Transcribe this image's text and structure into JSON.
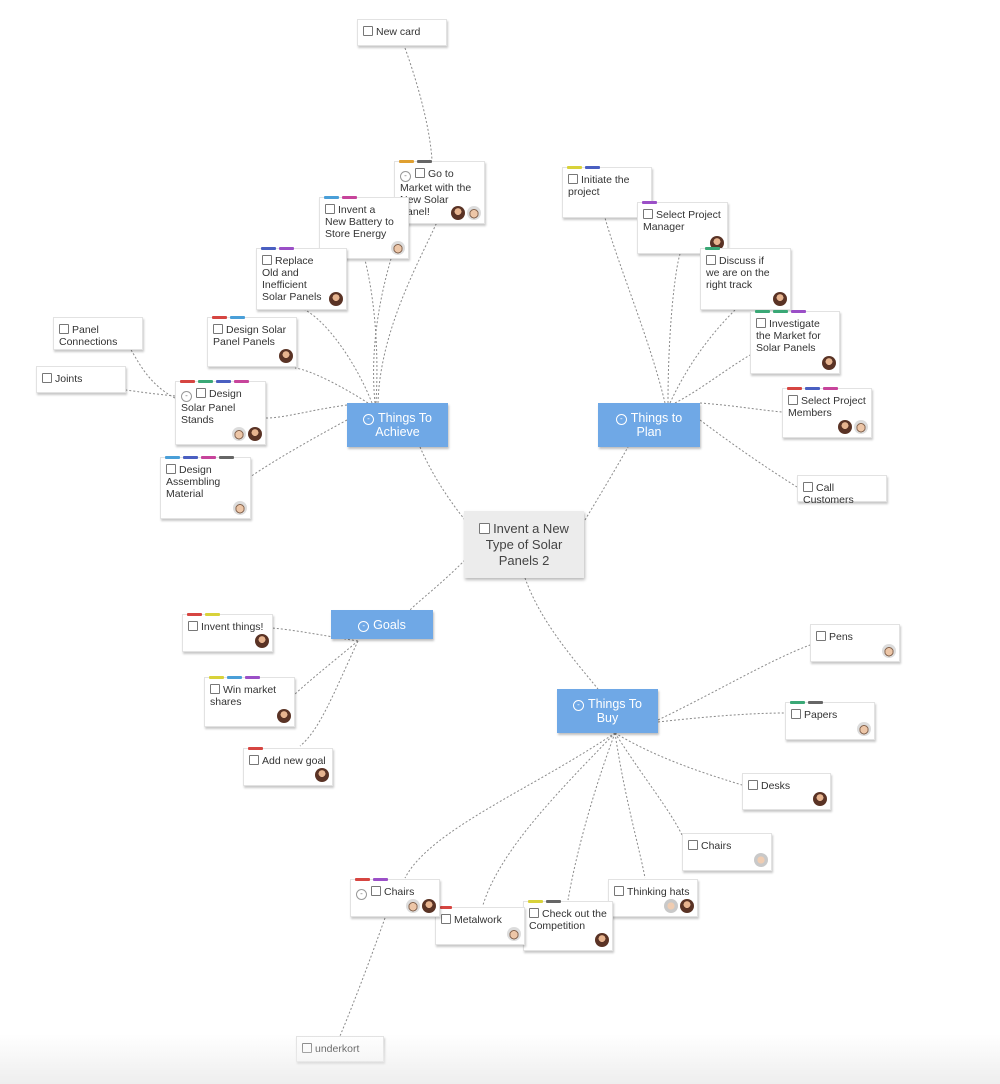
{
  "root": {
    "title": "Invent a New Type of Solar Panels 2"
  },
  "groups": {
    "achieve": "Things To Achieve",
    "plan": "Things to Plan",
    "goals": "Goals",
    "buy": "Things To Buy"
  },
  "cards": {
    "new_card": "New card",
    "go_to_market": "Go to Market with the New Solar Panel!",
    "invent_battery": "Invent a New Battery to Store Energy",
    "replace_old": "Replace Old and Inefficient Solar Panels",
    "design_panels": "Design Solar Panel Panels",
    "panel_connections": "Panel Connections",
    "joints": "Joints",
    "design_stands": "Design Solar Panel Stands",
    "design_assembling": "Design Assembling Material",
    "initiate_project": "Initiate the project",
    "select_pm": "Select Project Manager",
    "discuss_track": "Discuss if we are on the right track",
    "investigate_market": "Investigate the Market for Solar Panels",
    "select_members": "Select Project Members",
    "call_customers": "Call Customers",
    "invent_things": "Invent things!",
    "win_market": "Win market shares",
    "add_goal": "Add new goal",
    "pens": "Pens",
    "papers": "Papers",
    "desks": "Desks",
    "chairs_right": "Chairs",
    "thinking_hats": "Thinking hats",
    "check_competition": "Check out the Competition",
    "metalwork": "Metalwork",
    "chairs_left": "Chairs",
    "underkort": "underkort"
  },
  "colors": {
    "group_bg": "#6fa8e6",
    "root_bg": "#ececec",
    "connector": "#8a8a8a",
    "label_red": "#d64541",
    "label_green": "#3aa876",
    "label_blue": "#4a5fc1",
    "label_purple": "#9b4fc7",
    "label_magenta": "#c7449b",
    "label_yellow": "#d8d23a",
    "label_gray": "#666666",
    "label_orange": "#e0a030",
    "label_sky": "#4a9fd8"
  },
  "icons": {
    "checkbox": "checkbox-icon",
    "collapse": "collapse-icon",
    "avatar": "avatar-icon"
  }
}
